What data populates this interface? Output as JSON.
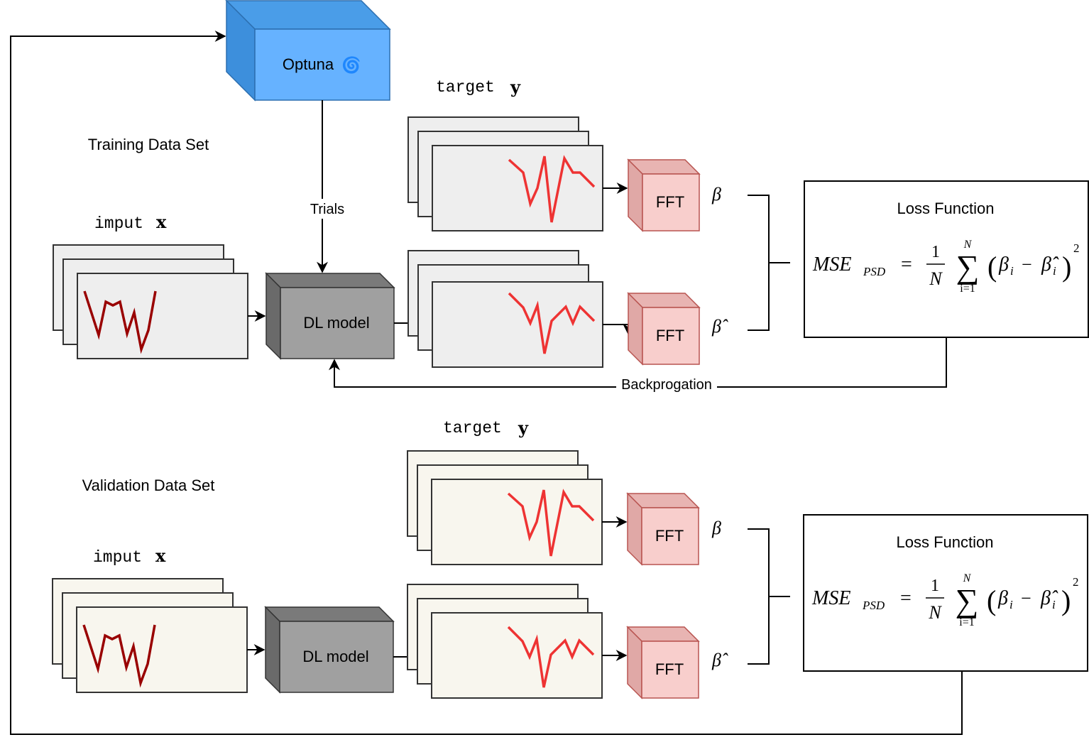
{
  "optuna": {
    "label": "Optuna",
    "icon": "swirl-icon",
    "icon_glyph": "🌀",
    "color": "#66b2ff"
  },
  "edges": {
    "trials": "Trials",
    "backprop": "Backprogation"
  },
  "training": {
    "section_label": "Training Data Set",
    "input": {
      "word": "imput",
      "var": "x"
    },
    "target": {
      "word": "target",
      "var": "y"
    },
    "model_label": "DL model",
    "fft_top": "FFT",
    "fft_bottom": "FFT",
    "beta": "β",
    "beta_hat": "β̂",
    "loss": {
      "title": "Loss Function"
    }
  },
  "validation": {
    "section_label": "Validation Data Set",
    "input": {
      "word": "imput",
      "var": "x"
    },
    "target": {
      "word": "target",
      "var": "y"
    },
    "model_label": "DL model",
    "fft_top": "FFT",
    "fft_bottom": "FFT",
    "beta": "β",
    "beta_hat": "β̂",
    "loss": {
      "title": "Loss Function"
    }
  },
  "formula": {
    "lhs": "MSE",
    "lhs_sub": "PSD",
    "equals": "=",
    "frac_num": "1",
    "frac_den": "N",
    "sum_upper": "N",
    "sum_lower": "i=1",
    "sum_sign": "∑",
    "paren_open": "(",
    "paren_close": ")",
    "term_a": "β",
    "term_a_sub": "i",
    "minus": "−",
    "term_b": "β̂",
    "term_b_sub": "i",
    "exponent": "2"
  },
  "colors": {
    "train_card": "#eeeeee",
    "val_card": "#f8f6ee",
    "fft_fill": "#f8cecc",
    "fft_stroke": "#b85450",
    "model_fill": "#a0a0a0",
    "input_signal": "#990000",
    "target_signal": "#ee3333"
  }
}
